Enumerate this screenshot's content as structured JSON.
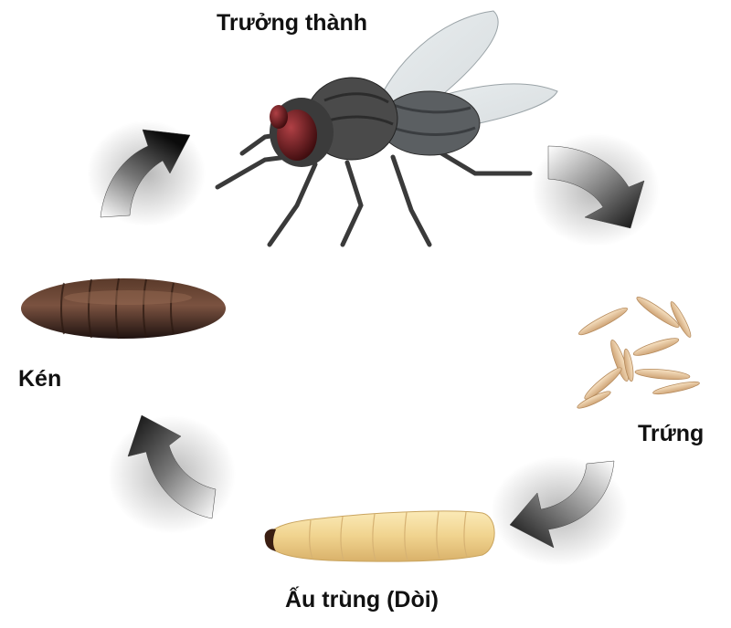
{
  "stages": {
    "adult": "Trưởng thành",
    "egg": "Trứng",
    "larva": "Ấu trùng (Dòi)",
    "pupa": "Kén"
  },
  "colors": {
    "arrow_dark": "#111111",
    "egg": "#e8c9a0",
    "larva": "#f1d79a",
    "pupa": "#3a2418",
    "fly_eye": "#6b1a1c",
    "fly_body": "#4a4a4a"
  }
}
